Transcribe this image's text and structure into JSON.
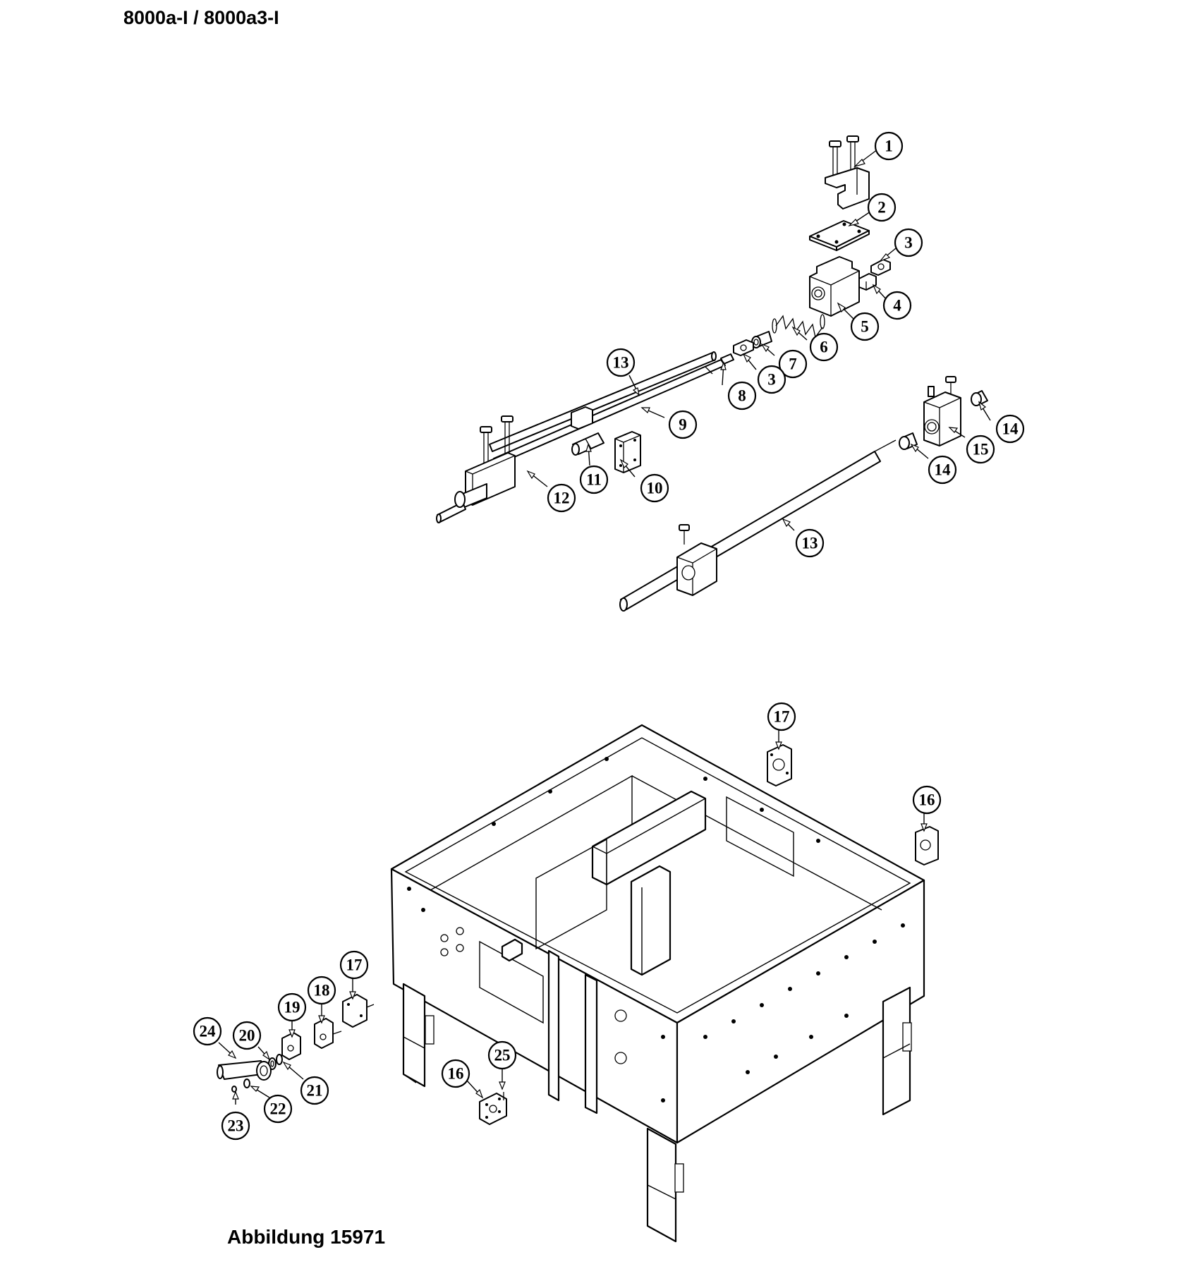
{
  "header": {
    "model": "8000a-I / 8000a3-I"
  },
  "figure": {
    "caption": "Abbildung 15971"
  },
  "callouts": [
    {
      "label": "1"
    },
    {
      "label": "2"
    },
    {
      "label": "3"
    },
    {
      "label": "4"
    },
    {
      "label": "5"
    },
    {
      "label": "6"
    },
    {
      "label": "7"
    },
    {
      "label": "3"
    },
    {
      "label": "8"
    },
    {
      "label": "9"
    },
    {
      "label": "13"
    },
    {
      "label": "11"
    },
    {
      "label": "10"
    },
    {
      "label": "12"
    },
    {
      "label": "14"
    },
    {
      "label": "15"
    },
    {
      "label": "14"
    },
    {
      "label": "13"
    },
    {
      "label": "17"
    },
    {
      "label": "16"
    },
    {
      "label": "17"
    },
    {
      "label": "18"
    },
    {
      "label": "19"
    },
    {
      "label": "24"
    },
    {
      "label": "20"
    },
    {
      "label": "21"
    },
    {
      "label": "22"
    },
    {
      "label": "23"
    },
    {
      "label": "16"
    },
    {
      "label": "25"
    }
  ]
}
